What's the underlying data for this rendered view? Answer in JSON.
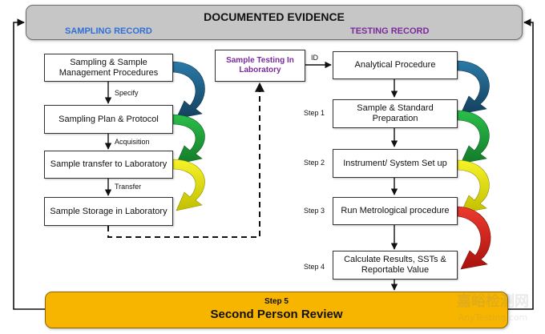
{
  "header": {
    "title": "DOCUMENTED EVIDENCE",
    "sampling_record": "SAMPLING RECORD",
    "testing_record": "TESTING RECORD"
  },
  "sampling": {
    "boxes": [
      "Sampling & Sample Management Procedures",
      "Sampling Plan & Protocol",
      "Sample transfer to Laboratory",
      "Sample Storage in Laboratory"
    ],
    "edge_labels": [
      "Specify",
      "Acquisition",
      "Transfer"
    ]
  },
  "center": {
    "box": "Sample Testing In Laboratory",
    "id_label": "ID"
  },
  "testing": {
    "boxes": [
      "Analytical Procedure",
      "Sample & Standard Preparation",
      "Instrument/ System Set up",
      "Run Metrological procedure",
      "Calculate Results, SSTs & Reportable Value"
    ],
    "step_labels": [
      "Step 1",
      "Step 2",
      "Step 3",
      "Step 4"
    ]
  },
  "review": {
    "step": "Step 5",
    "title": "Second Person Review"
  },
  "colors": {
    "header_fill": "#c6c6c6",
    "review_fill": "#f7b500",
    "sampling_record_text": "#2f6fd6",
    "testing_record_text": "#7a2b9a",
    "curve_blue": "#1f5f86",
    "curve_green": "#1f9e3a",
    "curve_yellow": "#e9e600",
    "curve_red": "#d9221a"
  },
  "watermark": "嘉峪检测网 AnyTesting.com"
}
